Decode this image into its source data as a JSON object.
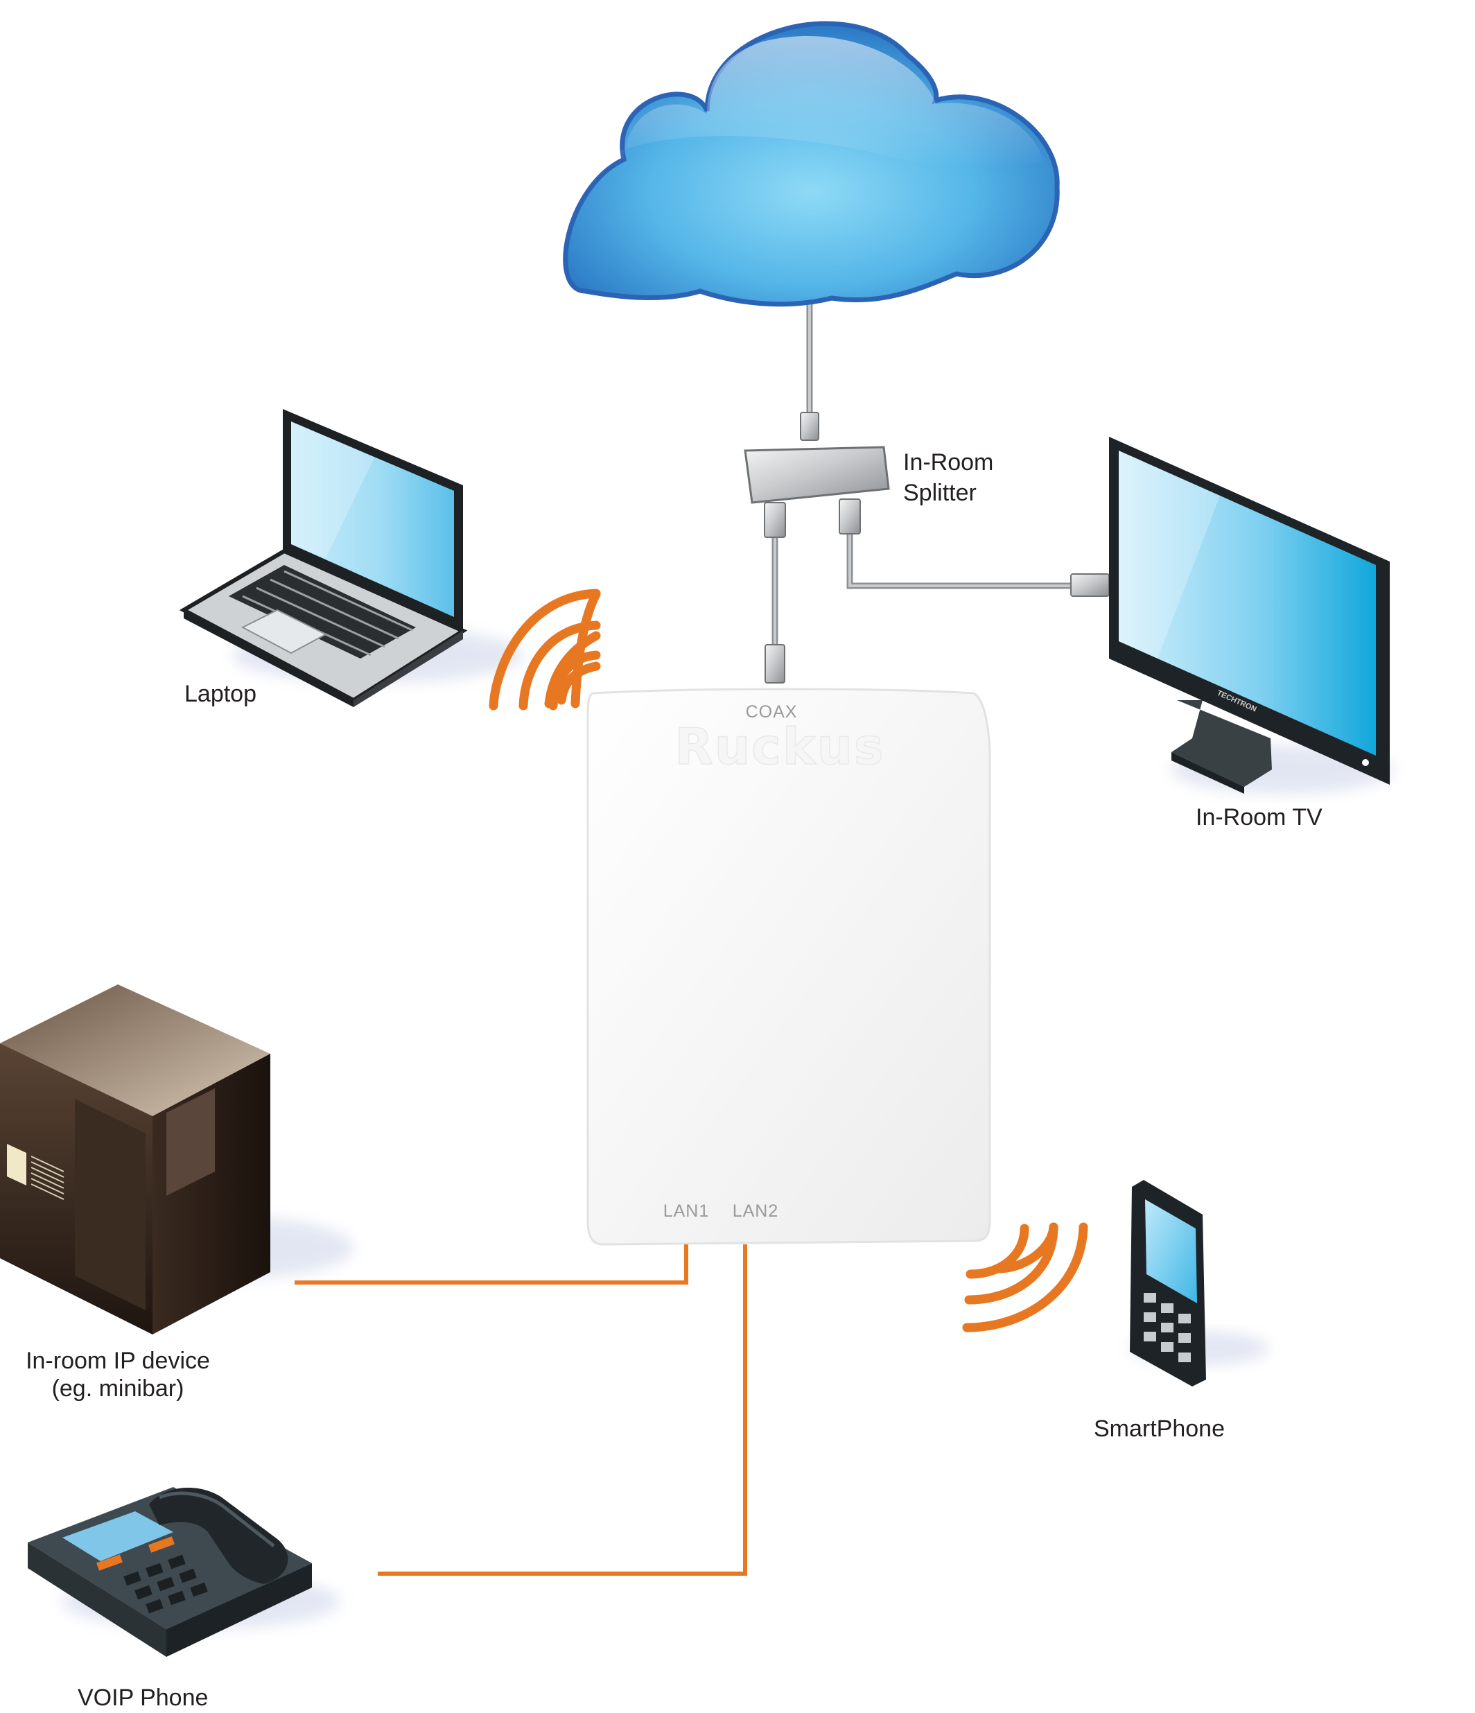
{
  "labels": {
    "splitter": [
      "In-Room",
      "Splitter"
    ],
    "laptop": "Laptop",
    "tv": "In-Room TV",
    "ip_device": [
      "In-room IP device",
      "(eg. minibar)"
    ],
    "smartphone": "SmartPhone",
    "voip": "VOIP Phone"
  },
  "access_point": {
    "brand": "Ruckus",
    "coax_label": "COAX",
    "lan1_label": "LAN1",
    "lan2_label": "LAN2"
  },
  "tv": {
    "brand": "TECHTRON"
  },
  "colors": {
    "link_orange": "#e87722",
    "cloud_blue": "#4aa8e0",
    "cable_gray": "#b9bcbf"
  },
  "icons": [
    "cloud-icon",
    "splitter-icon",
    "laptop-icon",
    "tv-icon",
    "access-point-icon",
    "ip-device-icon",
    "smartphone-icon",
    "voip-phone-icon",
    "wifi-signal-icon"
  ]
}
